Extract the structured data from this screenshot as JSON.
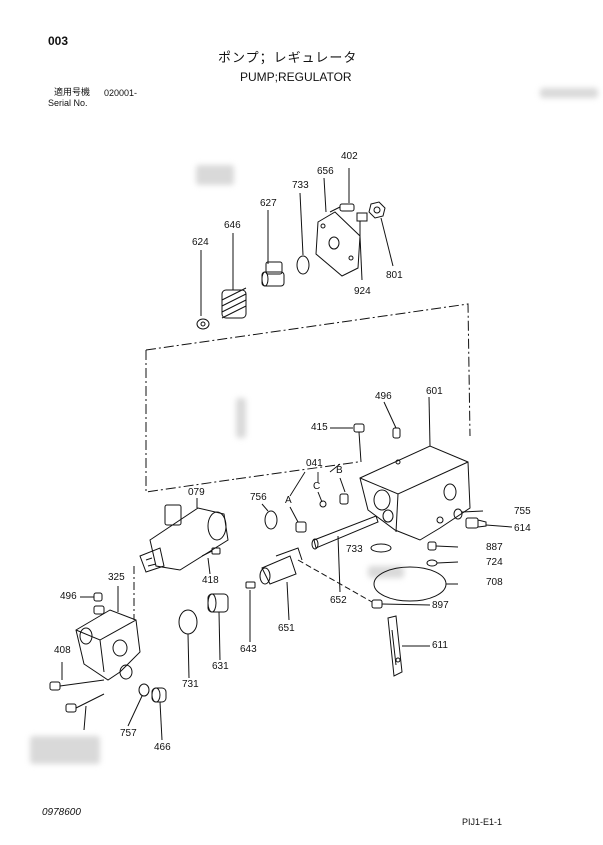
{
  "header": {
    "page_code": "003",
    "title_jp": "ポンプ；レギュレータ",
    "title_en": "PUMP;REGULATOR",
    "serial_label_jp": "適用号機",
    "serial_value": "020001-",
    "serial_label_en": "Serial No."
  },
  "parts": {
    "402": "402",
    "656": "656",
    "733a": "733",
    "627": "627",
    "646": "646",
    "624": "624",
    "801": "801",
    "924": "924",
    "601": "601",
    "496a": "496",
    "415": "415",
    "041": "041",
    "callout_b": "B",
    "callout_c": "C",
    "callout_a": "A",
    "079": "079",
    "756": "756",
    "755": "755",
    "614": "614",
    "887": "887",
    "733b": "733",
    "724": "724",
    "708": "708",
    "418": "418",
    "325": "325",
    "496b": "496",
    "652": "652",
    "897": "897",
    "651": "651",
    "611": "611",
    "643": "643",
    "408": "408",
    "631": "631",
    "731": "731",
    "757": "757",
    "466": "466"
  },
  "footer": {
    "left_code": "0978600",
    "right_code": "PIJ1-E1-1"
  }
}
